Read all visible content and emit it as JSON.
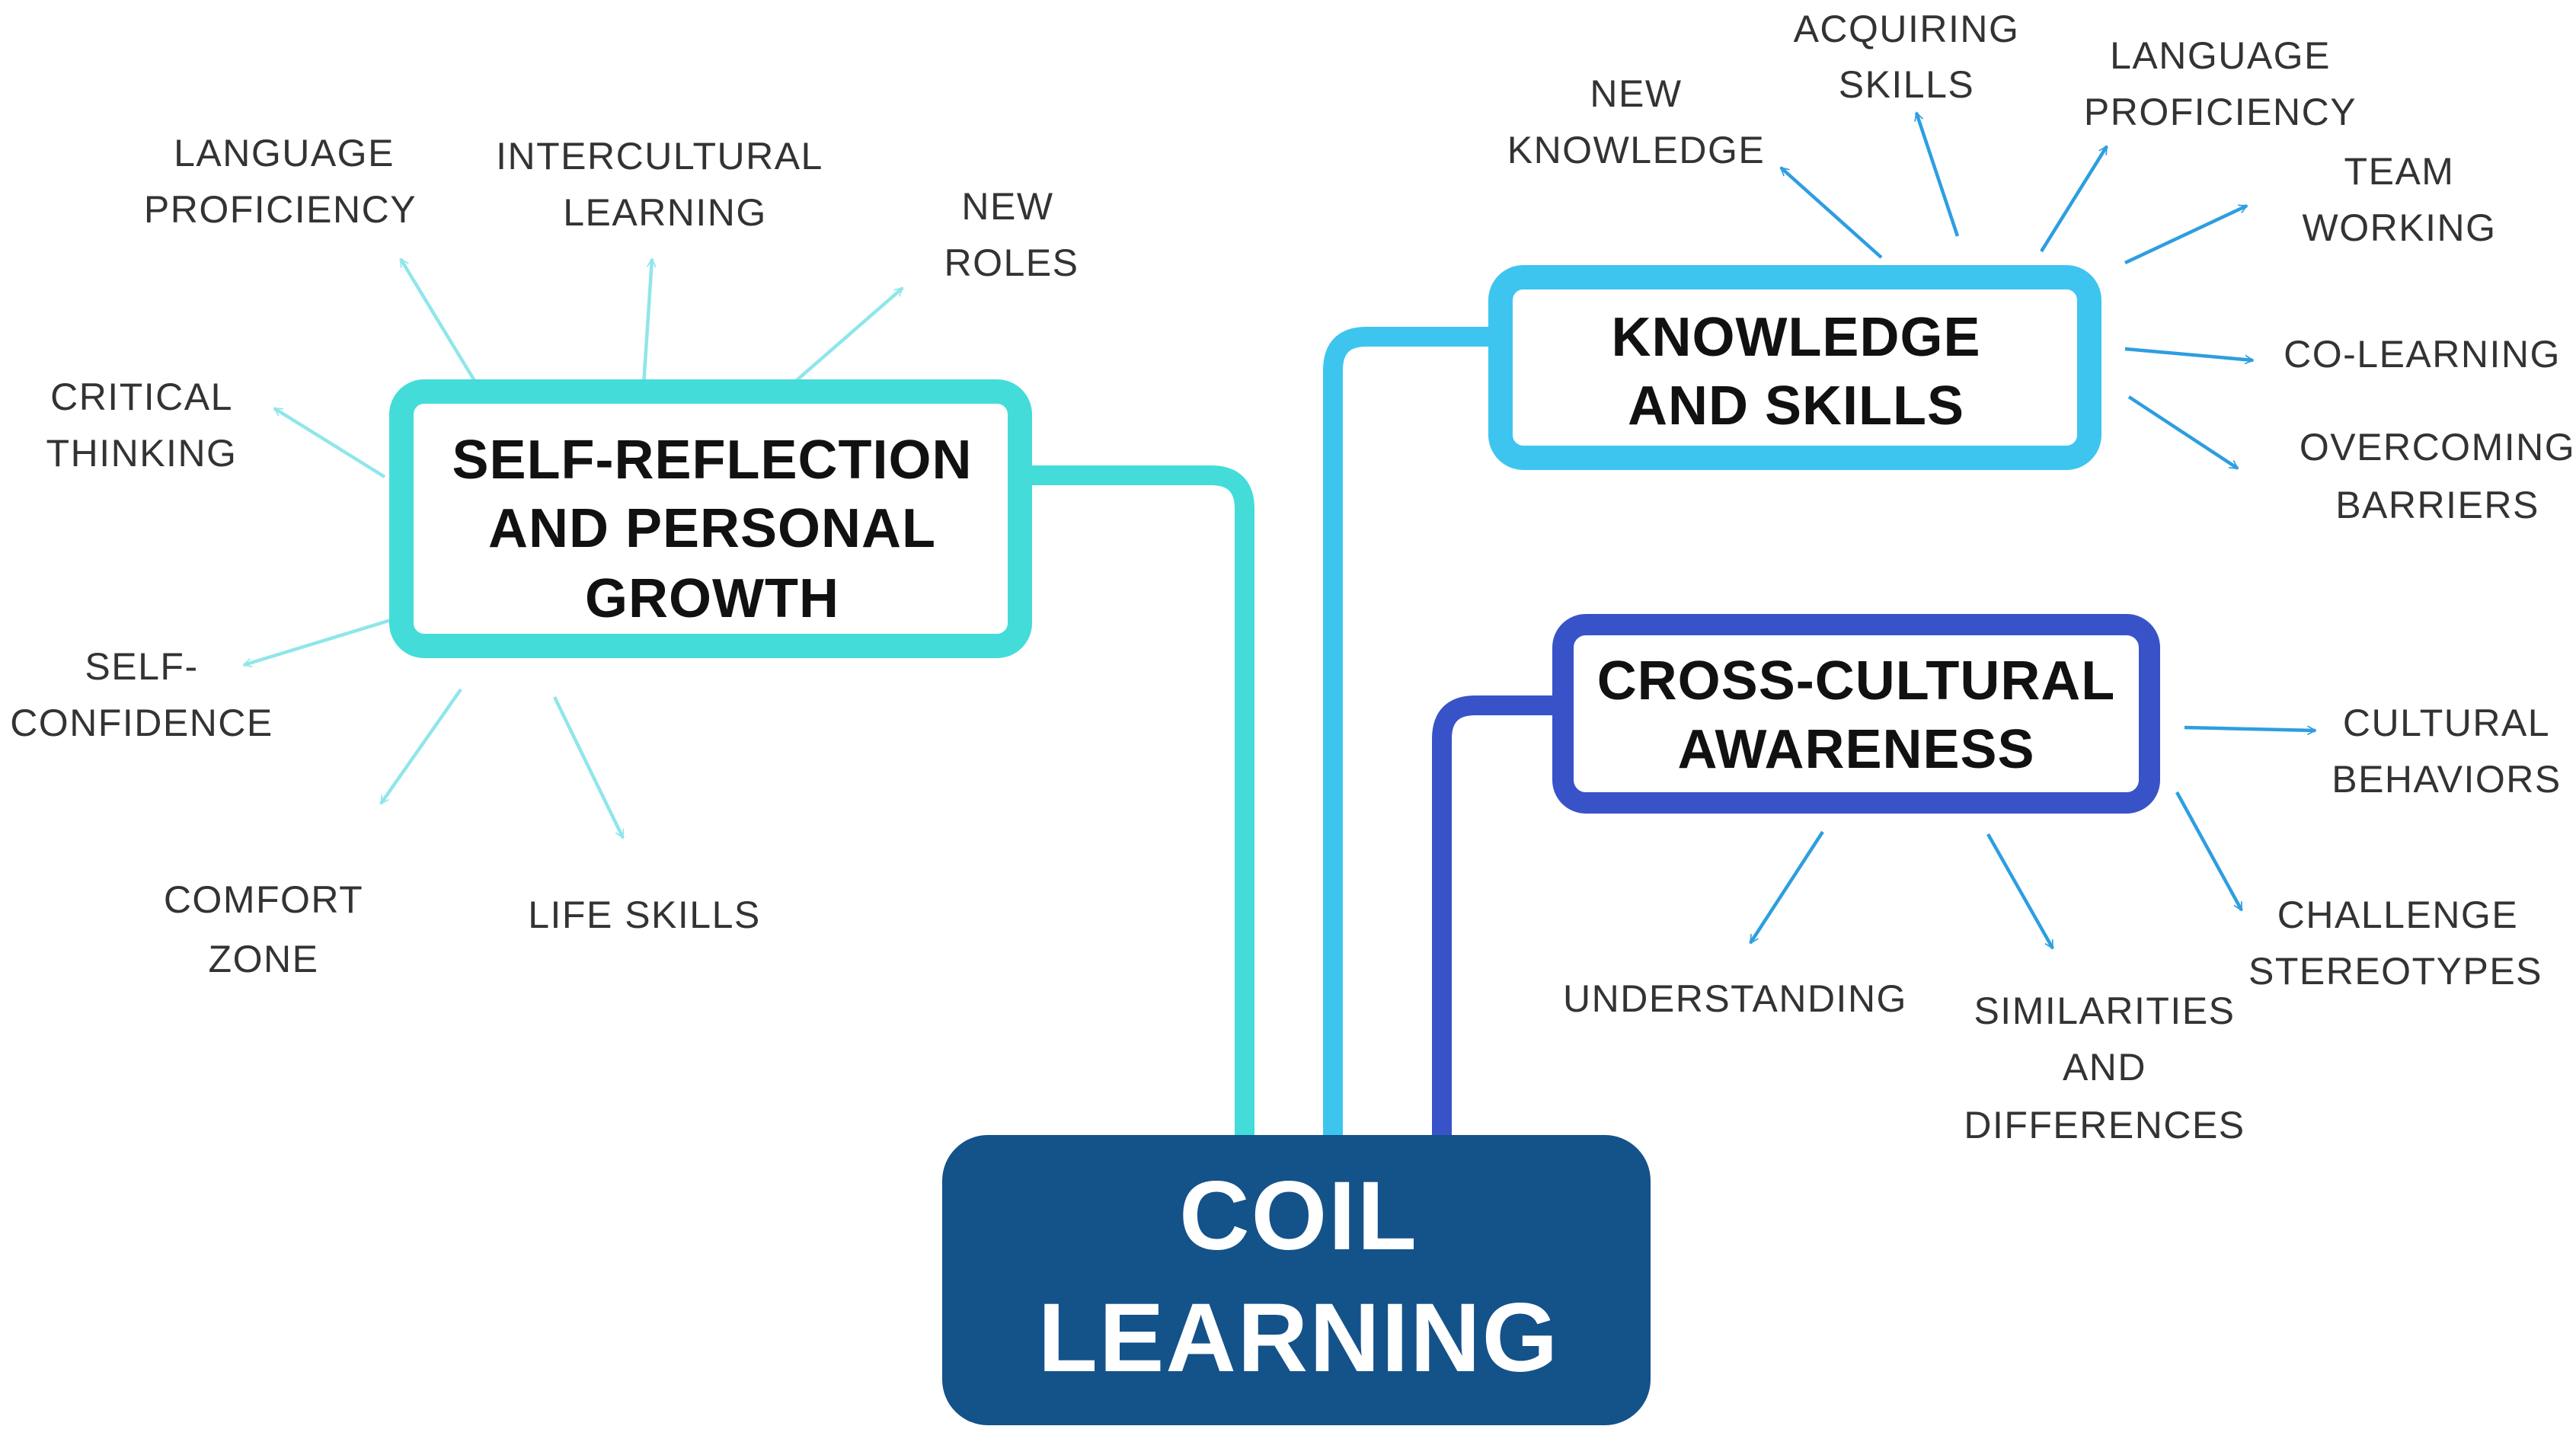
{
  "central": {
    "lines": [
      "COIL",
      "LEARNING"
    ],
    "color": "#14528a"
  },
  "branches": {
    "self_reflection": {
      "lines": [
        "SELF-REFLECTION",
        "AND PERSONAL",
        "GROWTH"
      ],
      "color": "#43dcd9",
      "leaves": [
        {
          "lines": [
            "LANGUAGE",
            "PROFICIENCY"
          ]
        },
        {
          "lines": [
            "INTERCULTURAL",
            "LEARNING"
          ]
        },
        {
          "lines": [
            "NEW",
            "ROLES"
          ]
        },
        {
          "lines": [
            "CRITICAL",
            "THINKING"
          ]
        },
        {
          "lines": [
            "SELF-",
            "CONFIDENCE"
          ]
        },
        {
          "lines": [
            "COMFORT",
            "ZONE"
          ]
        },
        {
          "lines": [
            "LIFE SKILLS"
          ]
        }
      ]
    },
    "knowledge": {
      "lines": [
        "KNOWLEDGE",
        "AND SKILLS"
      ],
      "color": "#3ec5ef",
      "leaves": [
        {
          "lines": [
            "NEW",
            "KNOWLEDGE"
          ]
        },
        {
          "lines": [
            "ACQUIRING",
            "SKILLS"
          ]
        },
        {
          "lines": [
            "LANGUAGE",
            "PROFICIENCY"
          ]
        },
        {
          "lines": [
            "TEAM",
            "WORKING"
          ]
        },
        {
          "lines": [
            "CO-LEARNING"
          ]
        },
        {
          "lines": [
            "OVERCOMING",
            "BARRIERS"
          ]
        }
      ]
    },
    "cross_cultural": {
      "lines": [
        "CROSS-CULTURAL",
        "AWARENESS"
      ],
      "color": "#3853c7",
      "leaves": [
        {
          "lines": [
            "CULTURAL",
            "BEHAVIORS"
          ]
        },
        {
          "lines": [
            "CHALLENGE",
            "STEREOTYPES"
          ]
        },
        {
          "lines": [
            "UNDERSTANDING"
          ]
        },
        {
          "lines": [
            "SIMILARITIES",
            "AND",
            "DIFFERENCES"
          ]
        }
      ]
    }
  },
  "colors": {
    "arrow_teal": "#8fe6ea",
    "arrow_blue": "#2d9ee0",
    "leaf_text": "#333333"
  }
}
